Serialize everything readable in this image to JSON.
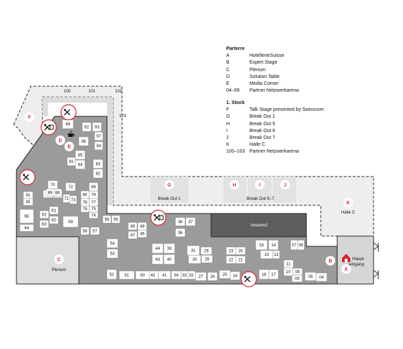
{
  "legend": {
    "floor_ground": {
      "title": "Parterre",
      "items": [
        {
          "code": "A",
          "label": "HotellerieSuisse"
        },
        {
          "code": "B",
          "label": "Expert Stage"
        },
        {
          "code": "C",
          "label": "Plenum"
        },
        {
          "code": "D",
          "label": "Solution Table"
        },
        {
          "code": "E",
          "label": "Media Corner"
        },
        {
          "code": "04–99",
          "label": "Partner Netzwerkarena"
        }
      ]
    },
    "floor_first": {
      "title": "1. Stock",
      "items": [
        {
          "code": "F",
          "label": "Talk Stage presented by Swisscom"
        },
        {
          "code": "G",
          "label": "Break Out 1"
        },
        {
          "code": "H",
          "label": "Break Out 5"
        },
        {
          "code": "I",
          "label": "Break Out 6"
        },
        {
          "code": "J",
          "label": "Break Out 7"
        },
        {
          "code": "K",
          "label": "Halle C"
        },
        {
          "code": "100–103",
          "label": "Partner Netzwerkarena"
        }
      ]
    }
  },
  "rooms": {
    "plenum": "Plenum",
    "break_out_1": "Break Out 1",
    "break_out_5_7": "Break Out 5–7",
    "halle_c": "Halle C",
    "innenhof": "Innenhof",
    "entrance": [
      "Haupt-",
      "eingang"
    ]
  },
  "markers": [
    "A",
    "B",
    "C",
    "D",
    "E",
    "F",
    "G",
    "H",
    "I",
    "J",
    "K"
  ],
  "marker_color": "#d9232e",
  "icons": [
    "restaurant-icon",
    "bar-icon",
    "coffee-icon",
    "entrance-icon"
  ],
  "booths": [
    "04",
    "05",
    "06",
    "07",
    "08",
    "09",
    "10",
    "11",
    "13",
    "14",
    "15",
    "16",
    "17",
    "18",
    "20",
    "21",
    "22",
    "23",
    "24",
    "25",
    "26",
    "27",
    "28",
    "29",
    "30",
    "31",
    "32",
    "33",
    "34",
    "36",
    "37",
    "38",
    "39",
    "40",
    "41",
    "42",
    "43",
    "44",
    "46",
    "47",
    "48",
    "49",
    "50",
    "51",
    "52",
    "53",
    "54",
    "55",
    "56",
    "57",
    "58",
    "59",
    "60",
    "61",
    "62",
    "63",
    "64",
    "65",
    "68",
    "69",
    "70",
    "71",
    "72",
    "73",
    "74",
    "75",
    "76",
    "77",
    "78",
    "79",
    "80",
    "81",
    "82",
    "83",
    "84",
    "85",
    "86",
    "88",
    "89",
    "90",
    "91",
    "92",
    "93",
    "94",
    "97",
    "98",
    "99",
    "100",
    "101",
    "102",
    "103"
  ]
}
